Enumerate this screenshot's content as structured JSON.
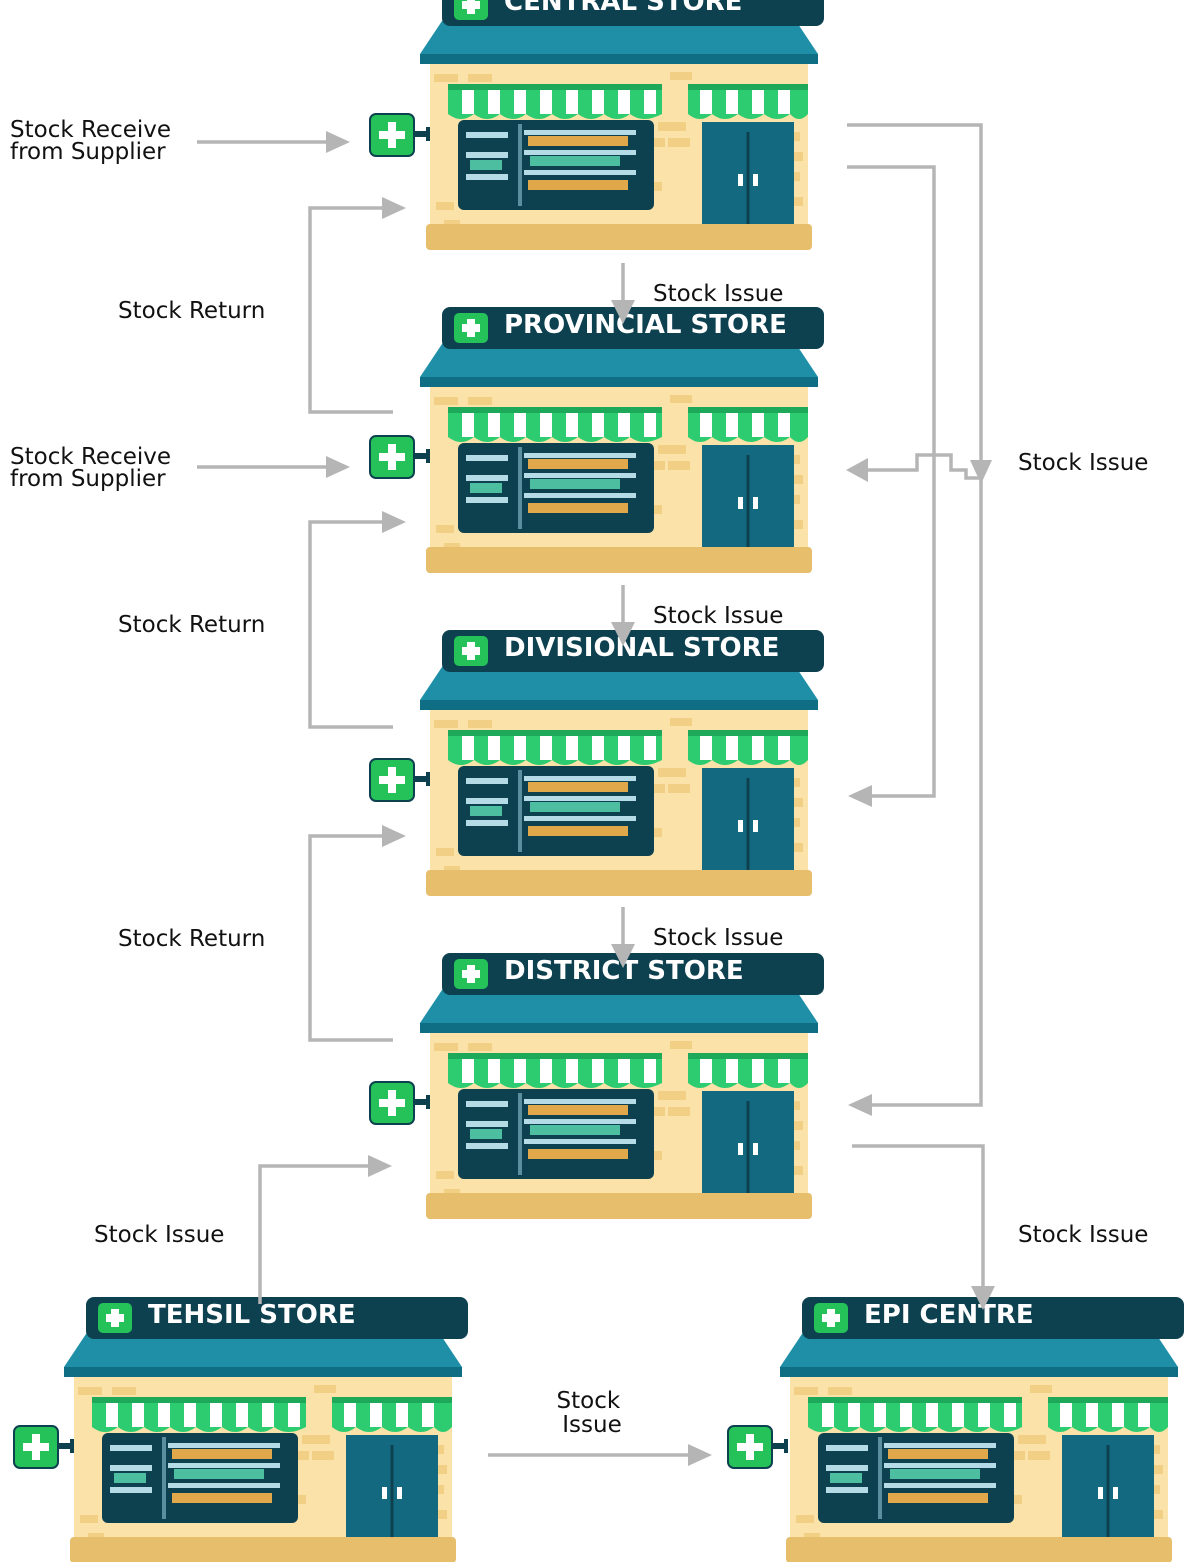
{
  "stores": [
    {
      "id": "central",
      "title": "CENTRAL STORE"
    },
    {
      "id": "provincial",
      "title": "PROVINCIAL STORE"
    },
    {
      "id": "divisional",
      "title": "DIVISIONAL STORE"
    },
    {
      "id": "district",
      "title": "DISTRICT STORE"
    },
    {
      "id": "tehsil",
      "title": "TEHSIL STORE"
    },
    {
      "id": "epi",
      "title": "EPI CENTRE"
    }
  ],
  "labels": {
    "receive_central": [
      "Stock Receive",
      "from Supplier"
    ],
    "receive_provincial": [
      "Stock Receive",
      "from Supplier"
    ],
    "return_1": "Stock Return",
    "return_2": "Stock Return",
    "return_3": "Stock Return",
    "issue_central_provincial": "Stock Issue",
    "issue_provincial_divisional": "Stock Issue",
    "issue_divisional_district": "Stock Issue",
    "issue_right_top": "Stock Issue",
    "issue_district_epi": "Stock Issue",
    "issue_tehsil_district": "Stock Issue",
    "issue_tehsil_epi": [
      "Stock",
      "Issue"
    ]
  },
  "colors": {
    "roof": "#1e8fa6",
    "roof_dark": "#0f6e84",
    "sign": "#0e4150",
    "wall": "#fbe2a9",
    "brick": "#f1cf84",
    "base": "#e6be6c",
    "awning_green": "#2ecc71",
    "door": "#136a80",
    "window": "#0e4150",
    "cross_green": "#25c25a",
    "arrow": "#b5b5b5"
  }
}
